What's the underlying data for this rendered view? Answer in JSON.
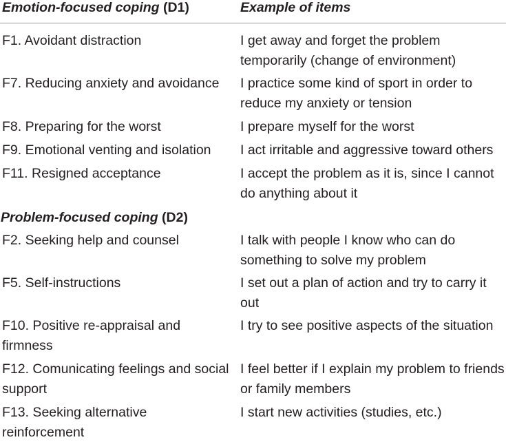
{
  "header": {
    "col1_italic": "Emotion-focused coping",
    "col1_suffix": " (D1)",
    "col2": "Example of items"
  },
  "sections": [
    {
      "title_italic": "Emotion-focused coping",
      "title_suffix": " (D1)",
      "rows": [
        {
          "factor": "F1. Avoidant distraction",
          "example": "I get away and forget the problem temporarily (change of environment)"
        },
        {
          "factor": "F7. Reducing anxiety and avoidance",
          "example": "I practice some kind of sport in order to reduce my anxiety or tension"
        },
        {
          "factor": "F8. Preparing for the worst",
          "example": "I prepare myself for the worst"
        },
        {
          "factor": "F9. Emotional venting and isolation",
          "example": "I act irritable and aggressive toward others"
        },
        {
          "factor": "F11. Resigned acceptance",
          "example": "I accept the problem as it is, since I cannot do anything about it"
        }
      ]
    },
    {
      "title_italic": "Problem-focused coping",
      "title_suffix": " (D2)",
      "rows": [
        {
          "factor": "F2. Seeking help and counsel",
          "example": "I talk with people I know who can do something to solve my problem"
        },
        {
          "factor": "F5. Self-instructions",
          "example": "I set out a plan of action and try to carry it out"
        },
        {
          "factor": "F10. Positive re-appraisal and firmness",
          "example": "I try to see positive aspects of the situation"
        },
        {
          "factor": "F12. Comunicating feelings and social support",
          "example": "I feel better if I explain my problem to friends or family members"
        },
        {
          "factor": "F13. Seeking alternative reinforcement",
          "example": "I start new activities (studies, etc.)"
        }
      ]
    }
  ]
}
